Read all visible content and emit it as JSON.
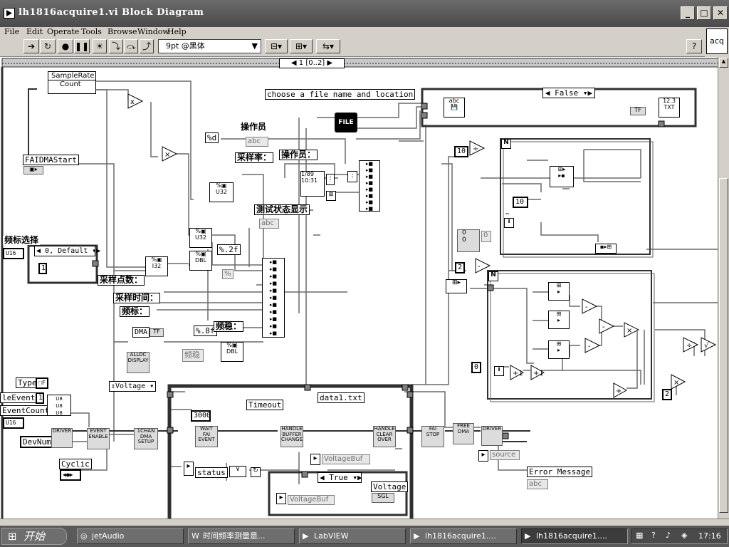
{
  "window": {
    "title": "lh1816acquire1.vi Block Diagram",
    "minimize": "_",
    "maximize": "□",
    "close": "✕"
  },
  "menu": [
    "File",
    "Edit",
    "Operate",
    "Tools",
    "Browse",
    "Window",
    "Help"
  ],
  "toolbar": {
    "font": "9pt @黑体",
    "help": "?",
    "vi_icon": "acq"
  },
  "sequence": {
    "frame": "1 [0..2]"
  },
  "diagram": {
    "bundle": [
      "SampleRate",
      "Count"
    ],
    "faidmastart": "FAIDMAStart",
    "freq_select": "频标选择",
    "case_default": "0, Default",
    "const_1": "1",
    "choose_file": "choose a file name and location",
    "case_false": "False",
    "case_true": "True",
    "operator_title": "操作员",
    "operator_label": "操作员：",
    "sample_rate_label": "采样率：",
    "test_status": "测试状态显示",
    "sample_points": "采样点数：",
    "sample_time": "采样时间：",
    "freq_mark": "频标：",
    "freq_stable": "频稳：",
    "freq_stable_gray": "频稳",
    "fmt_d": "%d",
    "fmt_2f": "%.2f",
    "fmt_8f": "%.8f",
    "dma": "DMA",
    "alloc_display": "ALLOC DISPLAY",
    "voltage_ring": "Voltage",
    "type": "Type",
    "enable_event": "leEvent",
    "event_count": "EventCount",
    "u16": "U16",
    "devnum": "DevNum",
    "cyclic": "Cyclic",
    "driver": "DRIVER",
    "event_enable": "EVENT ENABLE",
    "dma_setup": "1CHAN DMA SETUP",
    "timeout": "Timeout",
    "const_3000": "3000",
    "wait_fai": "WAIT FAI EVENT",
    "handle_buffer": "HANDLE BUFFER CHANGE",
    "handle_clear": "HANDLE CLEAR OVER",
    "file_data": "data1.txt",
    "voltage_buf": "VoltageBuf",
    "status": "status",
    "voltage_out": "Voltage",
    "sgl": "SGL",
    "fai_stop": "FAI STOP",
    "free_dma": "FREE DMA",
    "driver2": "DRIVER",
    "source": "source",
    "error_message": "Error Message",
    "const_10a": "10",
    "const_10b": "10",
    "const_0a": "0",
    "const_0b": "0",
    "const_0c": "0",
    "const_0d": "0",
    "const_2a": "2",
    "const_2b": "2",
    "loop_n": "N",
    "loop_i": "i",
    "abc": "abc",
    "u32": "U32",
    "dbl": "DBL",
    "i32": "I32",
    "u8": "U8",
    "tf": "TF",
    "date_789": "1/89",
    "time_1031": "10:31",
    "fmt_12_3": "12.3"
  },
  "taskbar": {
    "start": "开始",
    "items": [
      "jetAudio",
      "时间频率测量是...",
      "LabVIEW",
      "lh1816acquire1....",
      "lh1816acquire1...."
    ],
    "active_index": 4,
    "clock": "17:16"
  },
  "colors": {
    "titlebar": "#5a5a5a",
    "desktop": "#c0c0c0",
    "taskbar": "#5a5a5a"
  }
}
